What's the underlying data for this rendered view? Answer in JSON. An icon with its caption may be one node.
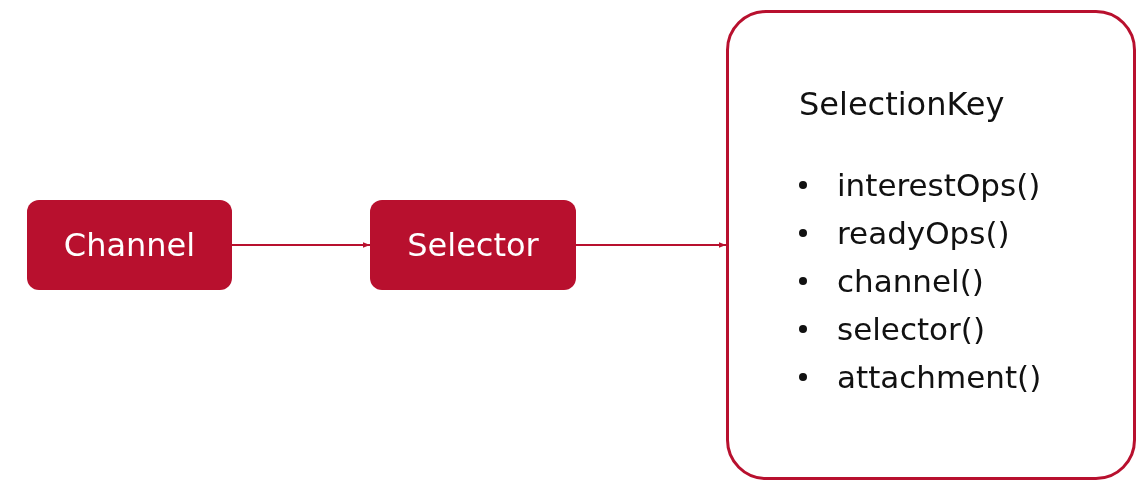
{
  "diagram": {
    "nodes": [
      {
        "text": [
          "Channel"
        ]
      },
      {
        "text": [
          "Selector"
        ]
      },
      {
        "text": [
          "SelectionKey",
          "interestOps()",
          "readyOps()",
          "channel()",
          "selector()",
          "attachment()"
        ]
      }
    ],
    "edges": [
      {
        "from": 0,
        "to": 1,
        "arrow": "to"
      },
      {
        "from": 1,
        "to": 2,
        "arrow": "to"
      }
    ]
  }
}
